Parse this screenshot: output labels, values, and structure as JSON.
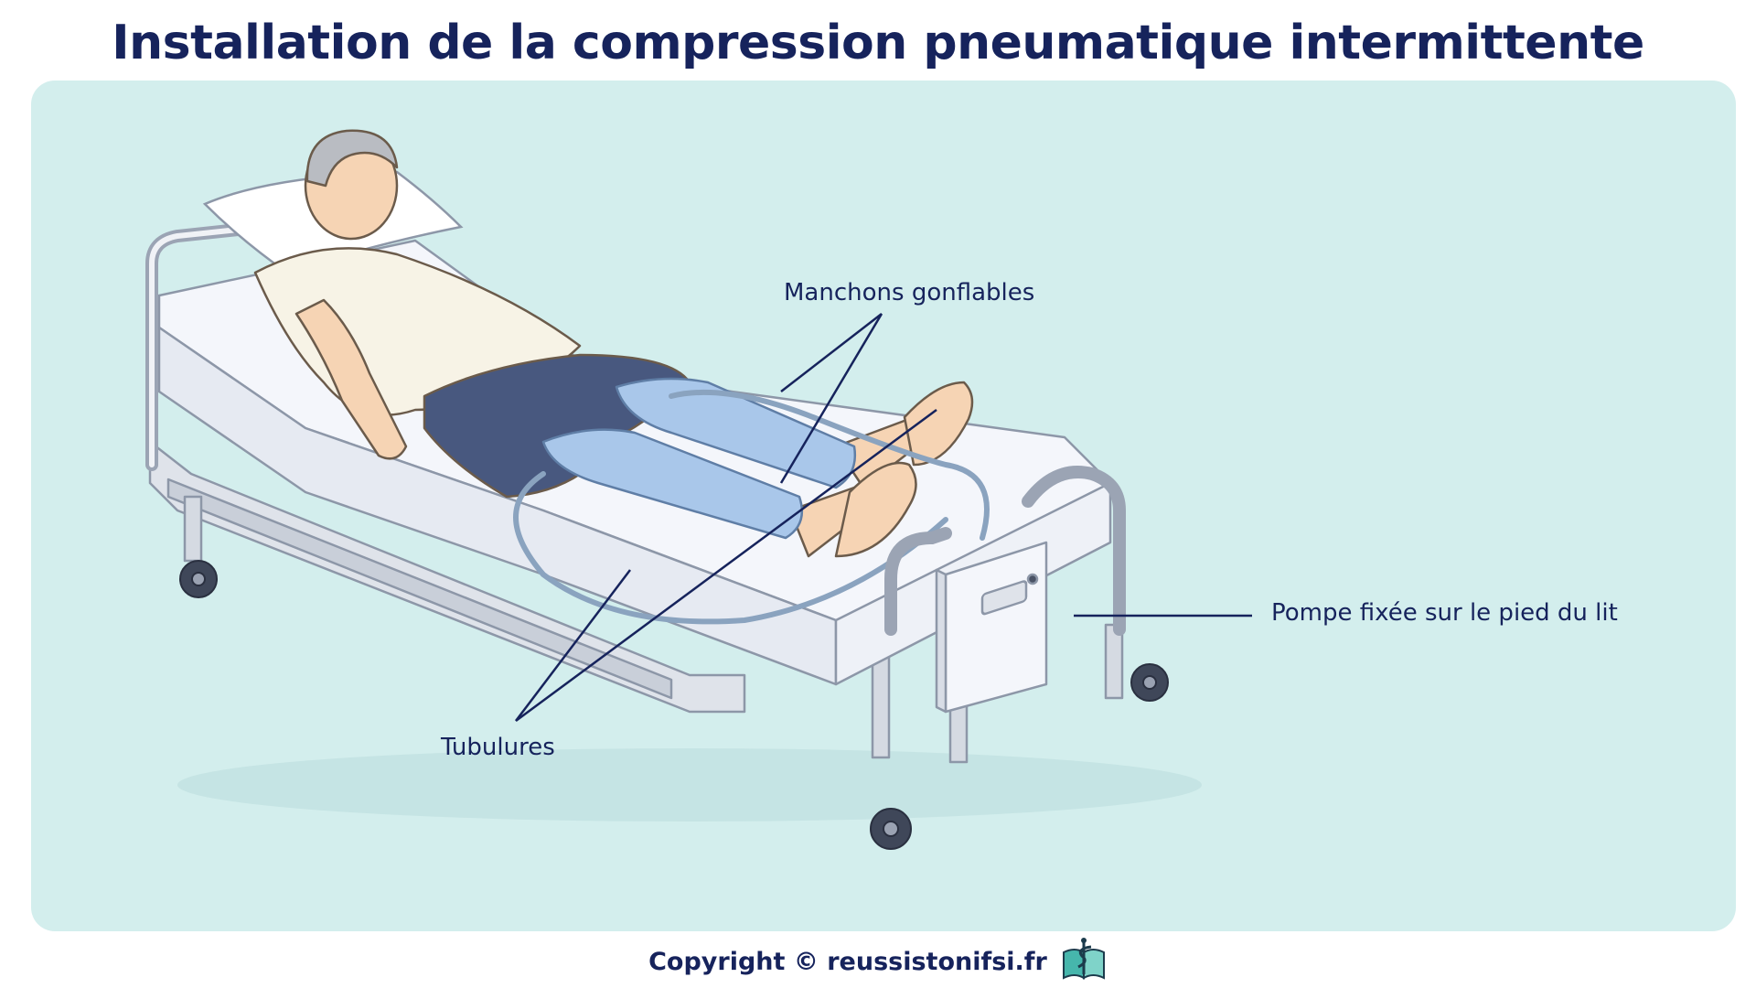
{
  "title": "Installation de la compression pneumatique intermittente",
  "labels": {
    "sleeves": "Manchons gonflables",
    "pump": "Pompe fixée sur le pied du lit",
    "tubing": "Tubulures"
  },
  "footer": {
    "copyright": "Copyright © reussistonifsi.fr",
    "logo_icon": "book-caduceus-icon"
  },
  "colors": {
    "title": "#16235c",
    "panel_background": "#d3eeed",
    "sleeves": "#a9c7ea",
    "shorts": "#48587f",
    "shirt": "#f7f3e6",
    "skin": "#f6d4b4"
  }
}
